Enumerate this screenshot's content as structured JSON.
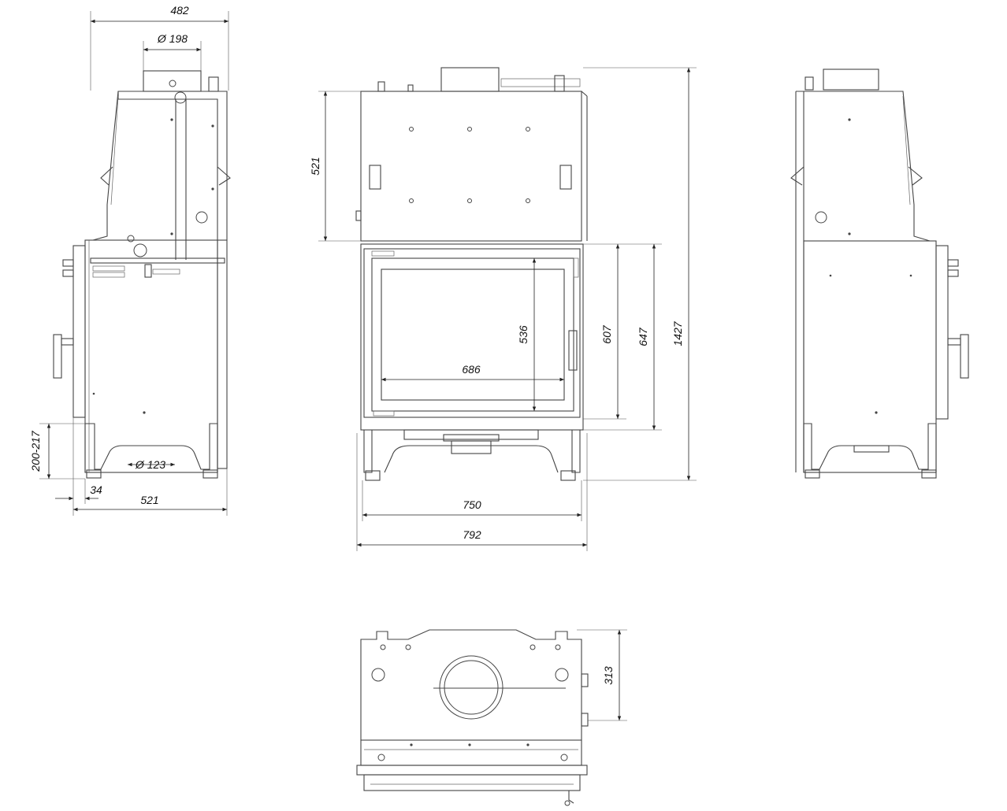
{
  "dimensions": {
    "side_depth_top": "482",
    "flue_diameter": "Ø 198",
    "air_inlet_diameter": "Ø 123",
    "leg_adjust": "200-217",
    "foot_offset": "34",
    "side_depth_bottom": "521",
    "top_box_height": "521",
    "glass_height": "536",
    "glass_width": "686",
    "door_height": "607",
    "frame_height": "647",
    "total_height": "1427",
    "body_width": "750",
    "total_width": "792",
    "plan_depth": "313"
  },
  "colors": {
    "line": "#444444",
    "text": "#111111"
  }
}
